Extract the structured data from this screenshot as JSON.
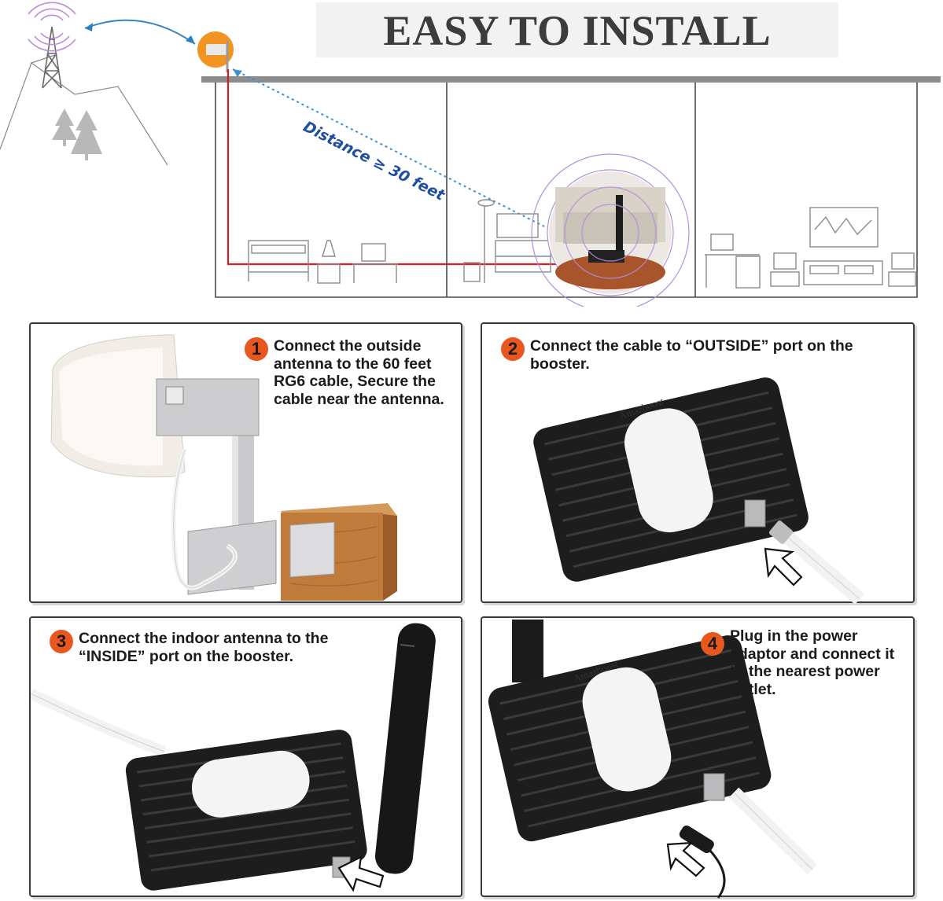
{
  "header": {
    "title": "EASY TO INSTALL"
  },
  "diagram": {
    "distance_label": "Distance ≥ 30 feet"
  },
  "device": {
    "brand": "Amazboost"
  },
  "steps": [
    {
      "number": "1",
      "text": "Connect the outside antenna to the 60 feet RG6 cable, Secure the cable near the antenna."
    },
    {
      "number": "2",
      "text": "Connect the cable to “OUTSIDE” port on the booster."
    },
    {
      "number": "3",
      "text": "Connect the indoor antenna to the “INSIDE” port on the booster."
    },
    {
      "number": "4",
      "text": "Plug in the power adaptor and connect it to the nearest power outlet."
    }
  ],
  "colors": {
    "accent": "#e8571e",
    "cable": "#d0202a",
    "signal": "#3a8fd0",
    "wave": "#a070c8",
    "booster": "#1d1d1d",
    "wood": "#b5733a"
  }
}
